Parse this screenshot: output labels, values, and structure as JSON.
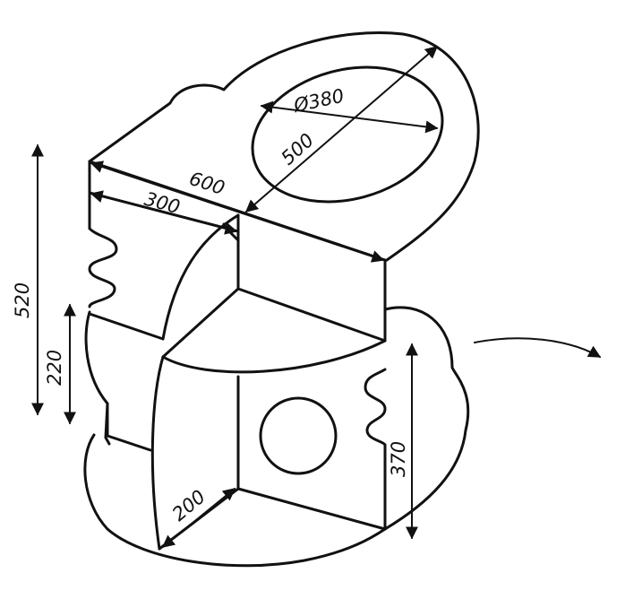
{
  "dimensions": {
    "diameter_hole": "Ø380",
    "hole_offset": "500",
    "width_top": "600",
    "shelf_depth": "300",
    "total_height": "520",
    "lower_height": "220",
    "right_height": "370",
    "base_depth": "200"
  },
  "icons": {
    "direction_arrow": "curved-arrow-right-icon"
  }
}
